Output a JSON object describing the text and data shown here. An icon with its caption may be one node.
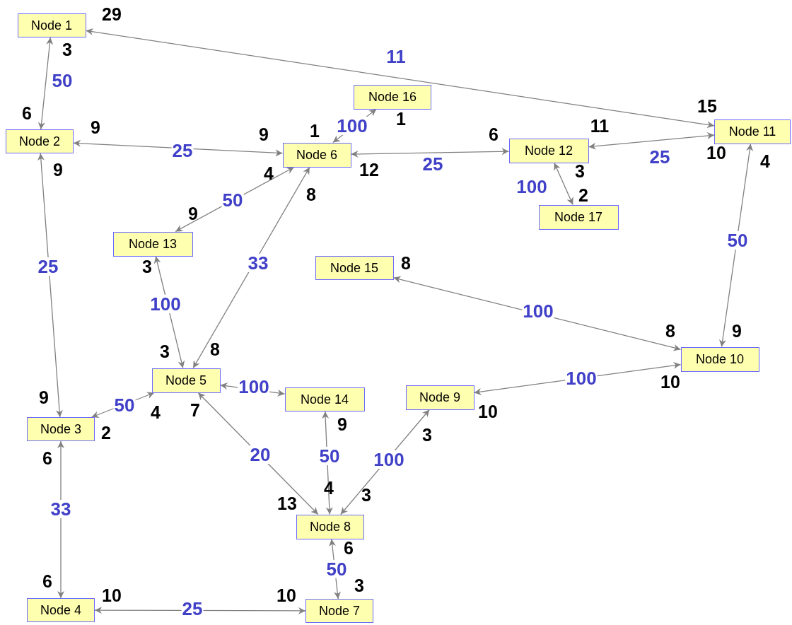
{
  "diagram": {
    "nodes": [
      {
        "text": [
          "Node 1"
        ]
      },
      {
        "text": [
          "Node 2"
        ]
      },
      {
        "text": [
          "Node 3"
        ]
      },
      {
        "text": [
          "Node 4"
        ]
      },
      {
        "text": [
          "Node 5"
        ]
      },
      {
        "text": [
          "Node 6"
        ]
      },
      {
        "text": [
          "Node 7"
        ]
      },
      {
        "text": [
          "Node 8"
        ]
      },
      {
        "text": [
          "Node 9"
        ]
      },
      {
        "text": [
          "Node 10"
        ]
      },
      {
        "text": [
          "Node 11"
        ]
      },
      {
        "text": [
          "Node 12"
        ]
      },
      {
        "text": [
          "Node 13"
        ]
      },
      {
        "text": [
          "Node 14"
        ]
      },
      {
        "text": [
          "Node 15"
        ]
      },
      {
        "text": [
          "Node 16"
        ]
      },
      {
        "text": [
          "Node 17"
        ]
      }
    ],
    "edges": [
      {
        "from": 0,
        "to": 1,
        "arrow": "both",
        "label": "50"
      },
      {
        "from": 0,
        "to": 10,
        "arrow": "both",
        "label": "11"
      },
      {
        "from": 1,
        "to": 5,
        "arrow": "both",
        "label": "25"
      },
      {
        "from": 1,
        "to": 2,
        "arrow": "both",
        "label": "25"
      },
      {
        "from": 5,
        "to": 15,
        "arrow": "both",
        "label": "100"
      },
      {
        "from": 5,
        "to": 11,
        "arrow": "both",
        "label": "25"
      },
      {
        "from": 11,
        "to": 10,
        "arrow": "both",
        "label": "25"
      },
      {
        "from": 11,
        "to": 16,
        "arrow": "both",
        "label": "100"
      },
      {
        "from": 5,
        "to": 12,
        "arrow": "both",
        "label": "50"
      },
      {
        "from": 5,
        "to": 4,
        "arrow": "both",
        "label": "33"
      },
      {
        "from": 12,
        "to": 4,
        "arrow": "both",
        "label": "100"
      },
      {
        "from": 10,
        "to": 9,
        "arrow": "both",
        "label": "50"
      },
      {
        "from": 14,
        "to": 9,
        "arrow": "both",
        "label": "100"
      },
      {
        "from": 9,
        "to": 8,
        "arrow": "both",
        "label": "100"
      },
      {
        "from": 4,
        "to": 2,
        "arrow": "both",
        "label": "50"
      },
      {
        "from": 4,
        "to": 13,
        "arrow": "both",
        "label": "100"
      },
      {
        "from": 4,
        "to": 7,
        "arrow": "both",
        "label": "20"
      },
      {
        "from": 13,
        "to": 7,
        "arrow": "both",
        "label": "50"
      },
      {
        "from": 8,
        "to": 7,
        "arrow": "both",
        "label": "100"
      },
      {
        "from": 2,
        "to": 3,
        "arrow": "both",
        "label": "33"
      },
      {
        "from": 7,
        "to": 6,
        "arrow": "both",
        "label": "50"
      },
      {
        "from": 3,
        "to": 6,
        "arrow": "both",
        "label": "25"
      }
    ],
    "labels": [
      "29",
      "3",
      "6",
      "9",
      "9",
      "1",
      "1",
      "15",
      "6",
      "11",
      "9",
      "4",
      "12",
      "10",
      "3",
      "4",
      "8",
      "2",
      "9",
      "3",
      "8",
      "8",
      "9",
      "3",
      "8",
      "9",
      "10",
      "4",
      "7",
      "2",
      "10",
      "9",
      "3",
      "6",
      "4",
      "13",
      "3",
      "6",
      "6",
      "10",
      "10",
      "3"
    ]
  }
}
